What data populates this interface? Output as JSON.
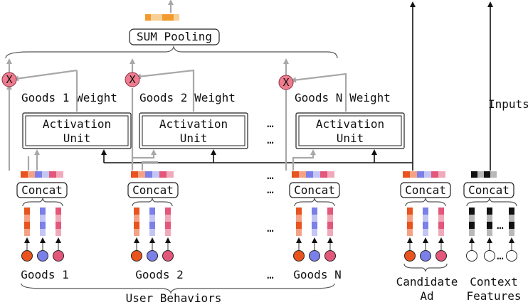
{
  "labels": {
    "sum_pooling": "SUM Pooling",
    "multiply": "X",
    "goods1_weight": "Goods 1 Weight",
    "goods2_weight": "Goods 2 Weight",
    "goodsn_weight": "Goods N Weight",
    "activation_line1": "Activation",
    "activation_line2": "Unit",
    "concat": "Concat",
    "ellipsis": "…",
    "goods1": "Goods 1",
    "goods2": "Goods 2",
    "goodsn": "Goods N",
    "user_behaviors": "User Behaviors",
    "candidate_line1": "Candidate",
    "candidate_line2": "Ad",
    "context_line1": "Context",
    "context_line2": "Features",
    "inputs": "Inputs"
  },
  "colors": {
    "orange_strong": "#e8531e",
    "orange_light": "#f5a284",
    "blue_strong": "#7b7fe8",
    "blue_light": "#c3c5f5",
    "pink_strong": "#e2577a",
    "pink_light": "#f0a9ba",
    "multiply_fill": "#ee7c8e",
    "pool_orange": "#f29a2e",
    "pool_light": "#f8cf95",
    "gray": "#a8a8a8",
    "black": "#111111",
    "context_gray": "#b8b8b8"
  }
}
